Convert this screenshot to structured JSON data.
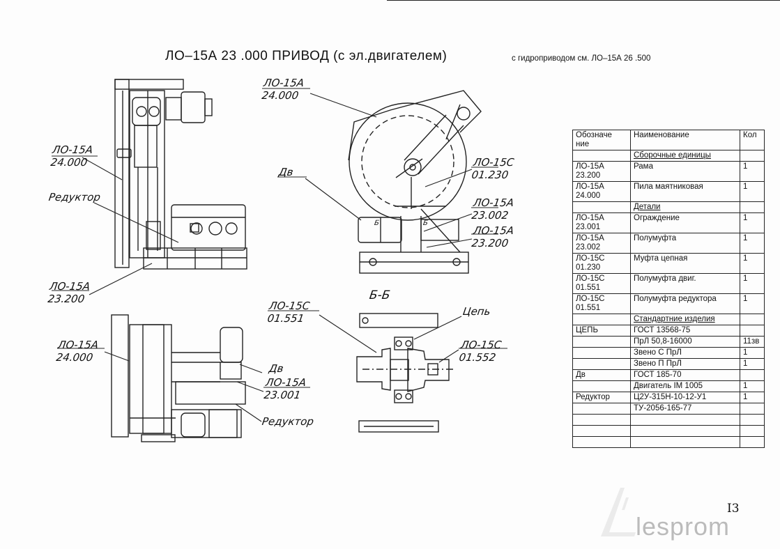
{
  "header": {
    "title": "ЛО–15А 23 .000  ПРИВОД  (с эл.двигателем)",
    "subtitle": "с гидроприводом см. ЛО–15А 26 .500"
  },
  "labels": {
    "top_left_part": [
      "ЛО-15А",
      "24.000"
    ],
    "reducer": "Редуктор",
    "frame_left": [
      "ЛО-15А",
      "23.200"
    ],
    "saw_part": [
      "ЛО-15А",
      "24.000"
    ],
    "motor": "Дв",
    "coupling_chain": [
      "ЛО-15С",
      "01.230"
    ],
    "half_coupling": [
      "ЛО-15А",
      "23.002"
    ],
    "frame_right": [
      "ЛО-15А",
      "23.200"
    ],
    "bottom_left_part": [
      "ЛО-15А",
      "24.000"
    ],
    "motor_bottom": "Дв",
    "guard": [
      "ЛО-15А",
      "23.001"
    ],
    "reducer_bottom": "Редуктор",
    "section": "Б-Б",
    "motor_coupling": [
      "ЛО-15С",
      "01.551"
    ],
    "chain": "Цепь",
    "reducer_coupling": [
      "ЛО-15С",
      "01.552"
    ],
    "section_mark": "Б"
  },
  "spec_table": {
    "headers": [
      "Обозначе ние",
      "Наименование",
      "Кол"
    ],
    "rows": [
      [
        "",
        "Сборочные единицы",
        ""
      ],
      [
        "ЛО-15А 23.200",
        "Рама",
        "1"
      ],
      [
        "ЛО-15А 24.000",
        "Пила маятниковая",
        "1"
      ],
      [
        "",
        "Детали",
        ""
      ],
      [
        "ЛО-15А 23.001",
        "Ограждение",
        "1"
      ],
      [
        "ЛО-15А 23.002",
        "Полумуфта",
        "1"
      ],
      [
        "ЛО-15С 01.230",
        "Муфта цепная",
        "1"
      ],
      [
        "ЛО-15С 01.551",
        "Полумуфта двиг.",
        "1"
      ],
      [
        "ЛО-15С 01.551",
        "Полумуфта редуктора",
        "1"
      ],
      [
        "",
        "Стандартние изделия",
        ""
      ],
      [
        "ЦЕПЬ",
        "ГОСТ 13568-75",
        ""
      ],
      [
        "",
        "ПрЛ 50,8-16000",
        "11зв"
      ],
      [
        "",
        "Звено С ПрЛ",
        "1"
      ],
      [
        "",
        "Звено  П ПрЛ",
        "1"
      ],
      [
        "Дв",
        "ГОСТ 185-70",
        ""
      ],
      [
        "",
        "Двигатель  IM 1005",
        "1"
      ],
      [
        "Редуктор",
        "Ц2У-315Н-10-12-У1",
        "1"
      ],
      [
        "",
        "ТУ-2056-165-77",
        ""
      ],
      [
        "",
        "",
        ""
      ],
      [
        "",
        "",
        ""
      ],
      [
        "",
        "",
        ""
      ]
    ],
    "section_rows": [
      0,
      3,
      9
    ]
  },
  "footer": {
    "page_number": "I3",
    "watermark": "lesprom"
  }
}
